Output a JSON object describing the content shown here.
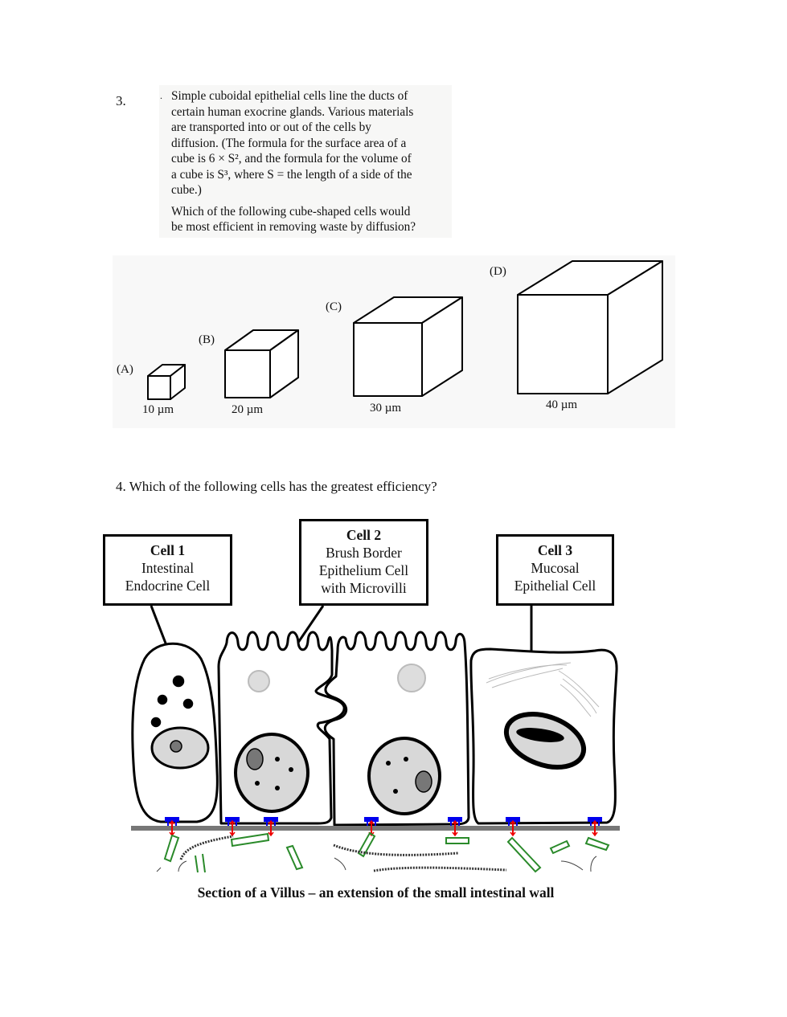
{
  "question3": {
    "number": "3.",
    "marker": ".",
    "paragraph1_lines": [
      "Simple cuboidal epithelial cells line the ducts of",
      "certain human exocrine glands. Various materials",
      "are transported into or out of the cells by",
      "diffusion. (The formula for the surface area of a",
      "cube is 6 × S², and the formula for the volume of",
      "a cube is S³, where S = the length of a side of the",
      "cube.)"
    ],
    "paragraph2_lines": [
      "Which of the following cube-shaped cells would",
      "be most efficient in removing waste by diffusion?"
    ],
    "options": [
      {
        "letter": "(A)",
        "size": "10 µm"
      },
      {
        "letter": "(B)",
        "size": "20 µm"
      },
      {
        "letter": "(C)",
        "size": "30 µm"
      },
      {
        "letter": "(D)",
        "size": "40 µm"
      }
    ]
  },
  "question4": {
    "text": "4. Which of the following cells has the greatest efficiency?",
    "cells": [
      {
        "title": "Cell 1",
        "lines": [
          "Intestinal",
          "Endocrine Cell"
        ]
      },
      {
        "title": "Cell 2",
        "lines": [
          "Brush Border",
          "Epithelium Cell",
          "with Microvilli"
        ]
      },
      {
        "title": "Cell 3",
        "lines": [
          "Mucosal",
          "Epithelial Cell"
        ]
      }
    ],
    "caption": "Section of a Villus – an extension of the small intestinal wall"
  },
  "colors": {
    "receptor": "#0000ee",
    "arrow": "#ee0000",
    "fiber": "#2a8a2a",
    "membrane": "#777777",
    "nucleus": "#d8d8d8"
  }
}
